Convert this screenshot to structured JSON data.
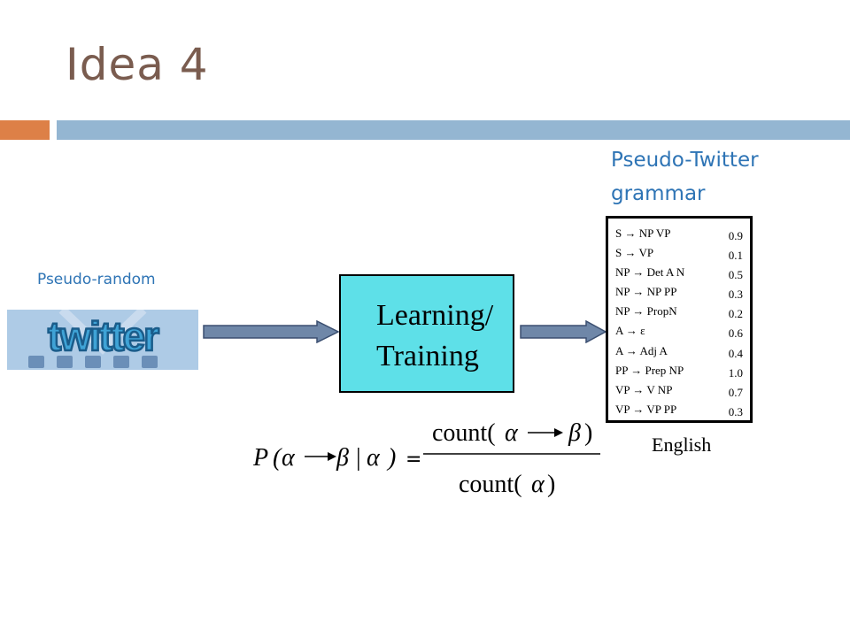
{
  "slide": {
    "title": "Idea 4",
    "subtitle": "Pseudo-Twitter grammar",
    "input_label": "Pseudo-random",
    "logo_icon": "twitter-logo-icon",
    "box_label_line1": "Learning/",
    "box_label_line2": "Training",
    "output_label": "English"
  },
  "grammar": {
    "rules": [
      {
        "rule": "S → NP VP",
        "prob": "0.9"
      },
      {
        "rule": "S → VP",
        "prob": "0.1"
      },
      {
        "rule": "NP → Det A N",
        "prob": "0.5"
      },
      {
        "rule": "NP → NP PP",
        "prob": "0.3"
      },
      {
        "rule": "NP → PropN",
        "prob": "0.2"
      },
      {
        "rule": "A → ε",
        "prob": "0.6"
      },
      {
        "rule": "A → Adj A",
        "prob": "0.4"
      },
      {
        "rule": "PP → Prep NP",
        "prob": "1.0"
      },
      {
        "rule": "VP → V NP",
        "prob": "0.7"
      },
      {
        "rule": "VP → VP PP",
        "prob": "0.3"
      }
    ]
  },
  "formula": {
    "lhs_P": "P",
    "lhs_open": "(",
    "alpha": "α",
    "beta": "β",
    "bar": "|",
    "lhs_close": ")",
    "equals": "=",
    "num_func": "count(",
    "num_close": ")",
    "den_func": "count(",
    "den_close": ")"
  },
  "colors": {
    "title": "#7a5c4f",
    "accent_orange": "#dd8047",
    "accent_blue": "#94b6d2",
    "label_blue": "#2e74b5",
    "box_fill": "#5ee0e8"
  }
}
